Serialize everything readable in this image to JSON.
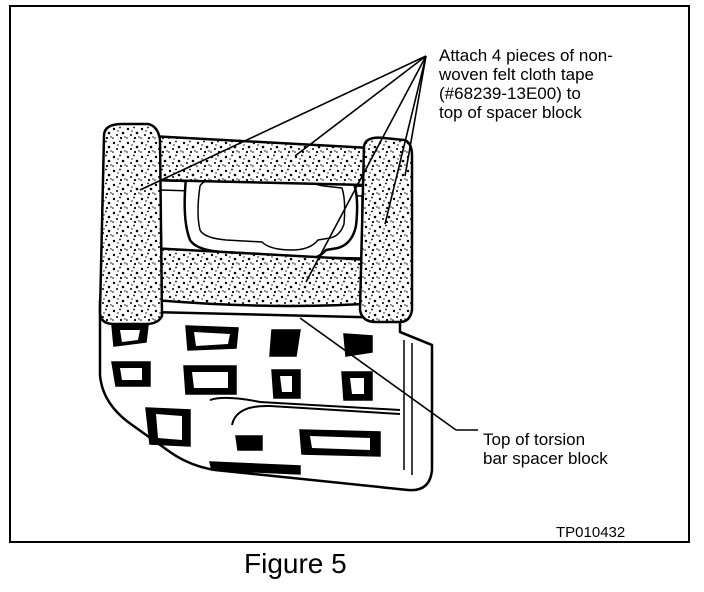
{
  "callouts": {
    "top": {
      "line1": "Attach 4 pieces of non-",
      "line2": "woven felt cloth tape",
      "line3": "(#68239-13E00) to",
      "line4": "top of spacer block"
    },
    "bottom": {
      "line1": "Top of torsion",
      "line2": "bar spacer block"
    }
  },
  "figure_code": "TP010432",
  "caption": "Figure 5",
  "colors": {
    "ink": "#000000",
    "paper": "#ffffff"
  }
}
